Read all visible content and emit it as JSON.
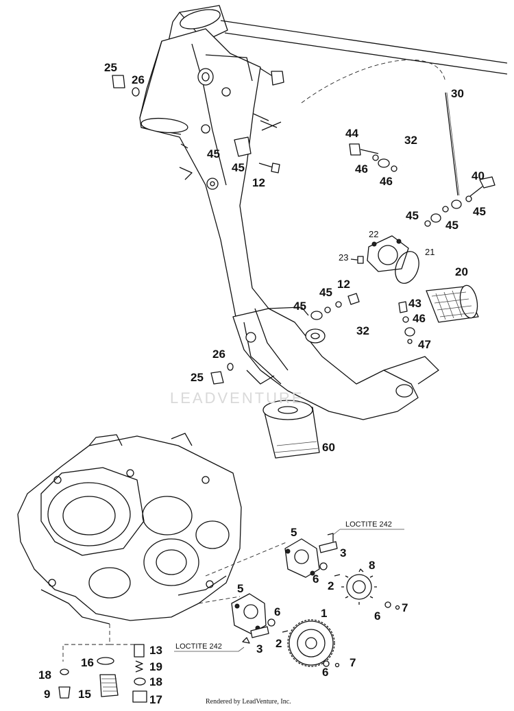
{
  "watermark": "LEADVENTURE",
  "footer": "Rendered by LeadVenture, Inc.",
  "notes": {
    "loctite_top": "LOCTITE 242",
    "loctite_bottom": "LOCTITE 242"
  },
  "labels": {
    "l25a": "25",
    "l26a": "26",
    "l45a": "45",
    "l45b": "45",
    "l12a": "12",
    "l30": "30",
    "l44": "44",
    "l32a": "32",
    "l46a": "46",
    "l46b": "46",
    "l40": "40",
    "l45c": "45",
    "l45d": "45",
    "l45e": "45",
    "l22": "22",
    "l23": "23",
    "l21": "21",
    "l20": "20",
    "l45f": "45",
    "l12b": "12",
    "l43": "43",
    "l46c": "46",
    "l47": "47",
    "l32b": "32",
    "l26b": "26",
    "l25b": "25",
    "l60": "60",
    "l5a": "5",
    "l3a": "3",
    "l8": "8",
    "l6a": "6",
    "l2a": "2",
    "l7a": "7",
    "l6b": "6",
    "l5b": "5",
    "l6c": "6",
    "l1": "1",
    "l2b": "2",
    "l3b": "3",
    "l6d": "6",
    "l7b": "7",
    "l13": "13",
    "l16": "16",
    "l19": "19",
    "l18a": "18",
    "l18b": "18",
    "l9": "9",
    "l15": "15",
    "l17": "17"
  }
}
